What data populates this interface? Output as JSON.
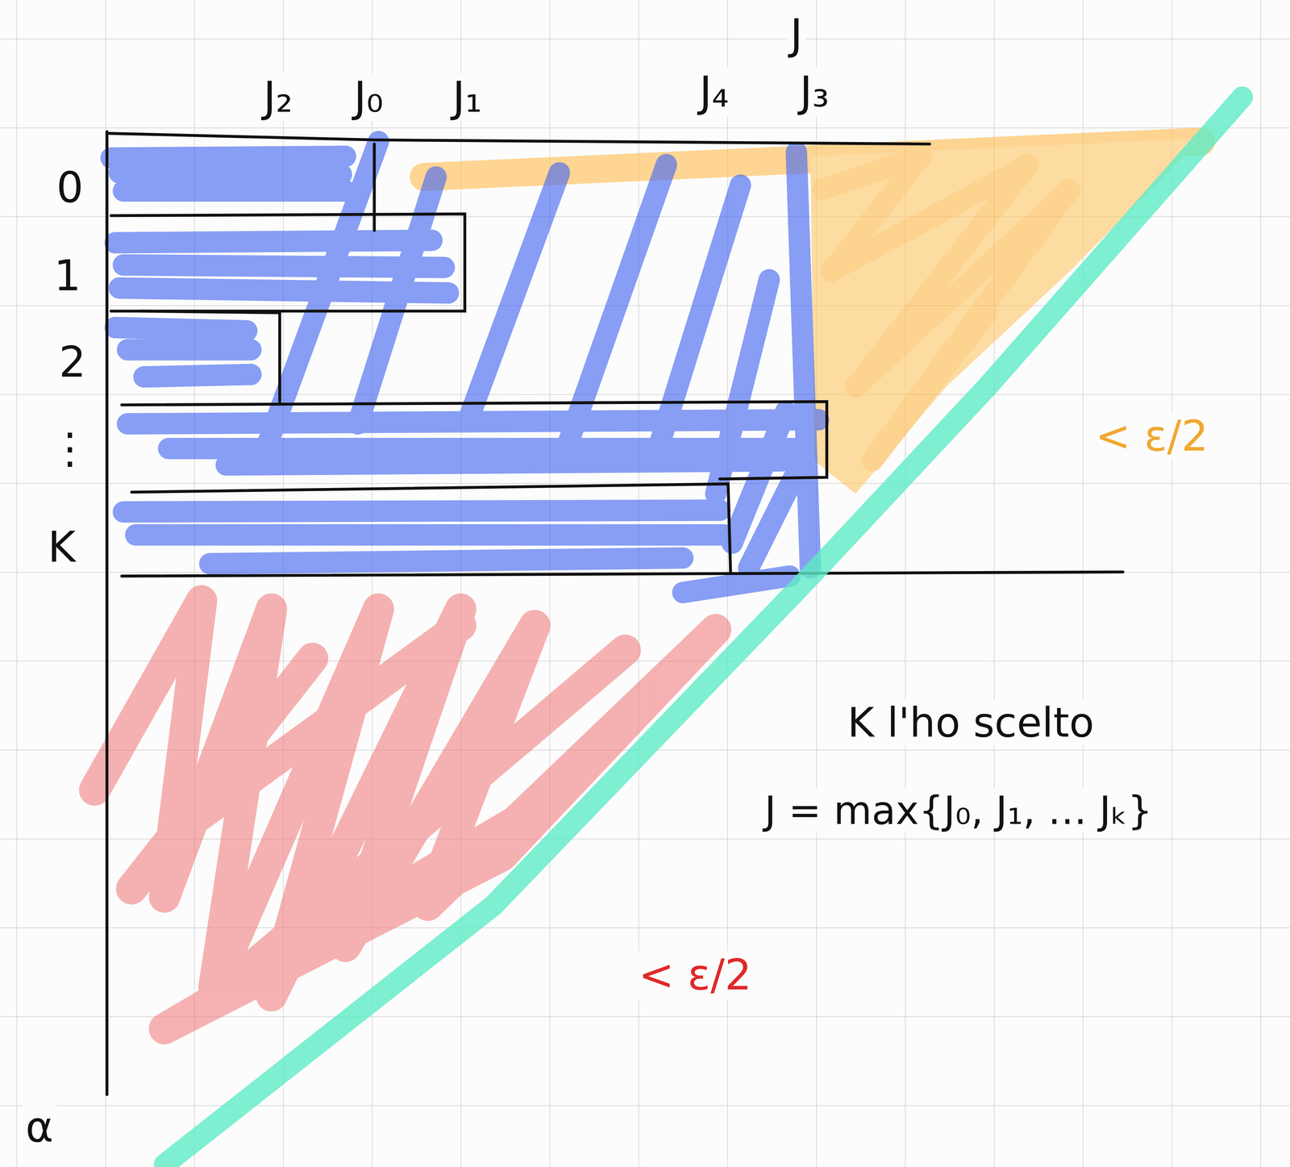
{
  "diagram": {
    "labels": [
      "J₂",
      "J₀",
      "J₁",
      "J₄",
      "J",
      "J₃",
      "0",
      "1",
      "2",
      "⋮",
      "K",
      "α",
      "< ε/2",
      "K l'ho scelto",
      "J = max{J₀, J₁, … Jₖ}",
      "< ε/2"
    ]
  }
}
